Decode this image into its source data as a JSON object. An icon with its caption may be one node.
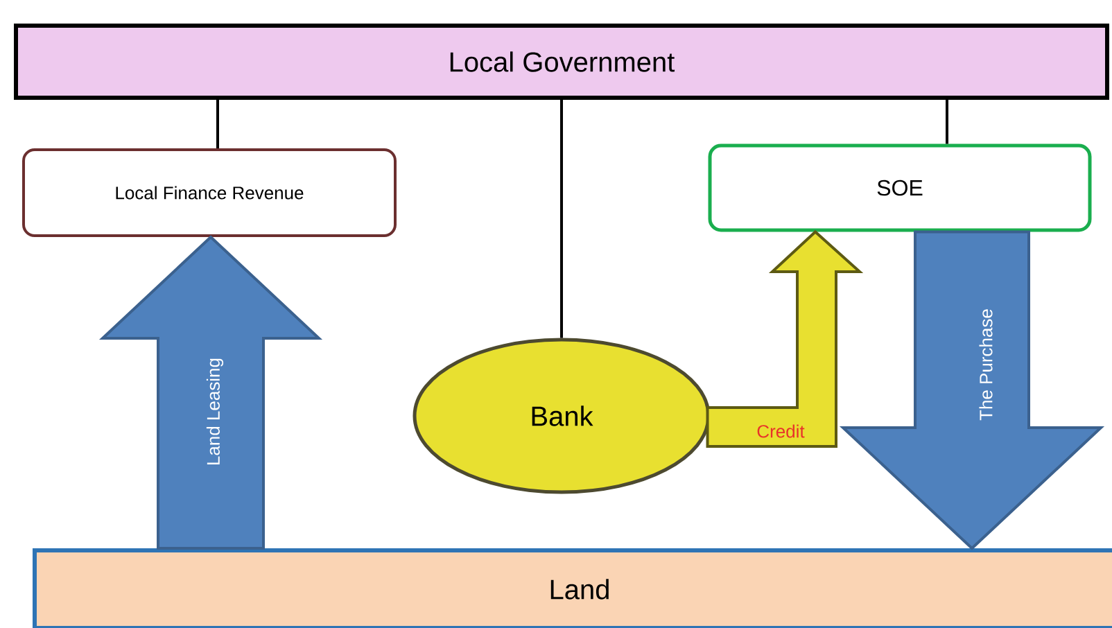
{
  "diagram": {
    "nodes": [
      {
        "text": [
          "Local Government"
        ]
      },
      {
        "text": [
          "Local Finance Revenue"
        ]
      },
      {
        "text": [
          "SOE"
        ]
      },
      {
        "text": [
          "Bank"
        ]
      },
      {
        "text": [
          "Land"
        ]
      }
    ],
    "edges": [
      {
        "from": 0,
        "to": 1,
        "arrow": "none"
      },
      {
        "from": 0,
        "to": 3,
        "arrow": "none"
      },
      {
        "from": 0,
        "to": 2,
        "arrow": "none"
      },
      {
        "from": 4,
        "to": 1,
        "arrow": "to",
        "label": "Land Leasing",
        "style": "thick",
        "color": "#4f81bd"
      },
      {
        "from": 3,
        "to": 2,
        "arrow": "to",
        "label": "Credit",
        "style": "thick",
        "color": "#e8e030"
      },
      {
        "from": 2,
        "to": 4,
        "arrow": "to",
        "label": "The Purchase",
        "style": "thick",
        "color": "#4f81bd"
      }
    ]
  }
}
